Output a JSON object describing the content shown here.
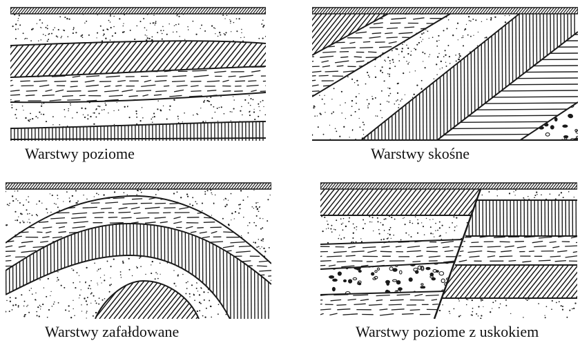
{
  "figure": {
    "panels": [
      {
        "caption": "Warstwy poziome",
        "layers": [
          "dots",
          "diagonal-hatch",
          "dashes",
          "dots",
          "vertical-hatch"
        ]
      },
      {
        "caption": "Warstwy skośne",
        "layers": [
          "diagonal-hatch",
          "dashes",
          "dots",
          "vertical-hatch",
          "horizontal-lines",
          "pebbles"
        ]
      },
      {
        "caption": "Warstwy zafałdowane",
        "layers": [
          "dots",
          "dashes",
          "vertical-hatch",
          "dots",
          "diagonal-hatch"
        ]
      },
      {
        "caption": "Warstwy poziome z uskokiem",
        "layers": [
          "diagonal-hatch",
          "dots",
          "dashes",
          "pebbles",
          "vertical-hatch",
          "dashes",
          "vertical-hatch",
          "dots"
        ]
      }
    ]
  },
  "colors": {
    "ink": "#1a1a1a",
    "paper": "#ffffff"
  }
}
